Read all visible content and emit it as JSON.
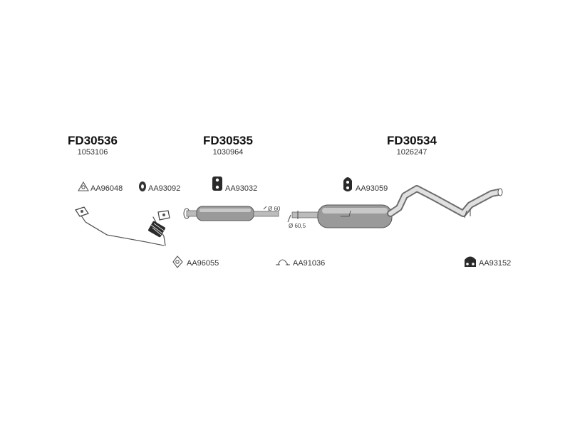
{
  "sections": [
    {
      "code": "FD30536",
      "ref": "1053106"
    },
    {
      "code": "FD30535",
      "ref": "1030964"
    },
    {
      "code": "FD30534",
      "ref": "1026247"
    }
  ],
  "parts": {
    "aa96048": "AA96048",
    "aa93092": "AA93092",
    "aa93032": "AA93032",
    "aa93059": "AA93059",
    "aa96055": "AA96055",
    "aa91036": "AA91036",
    "aa93152": "AA93152"
  },
  "dimensions": {
    "d60": "Ø 60",
    "d60_5": "Ø 60,5"
  }
}
